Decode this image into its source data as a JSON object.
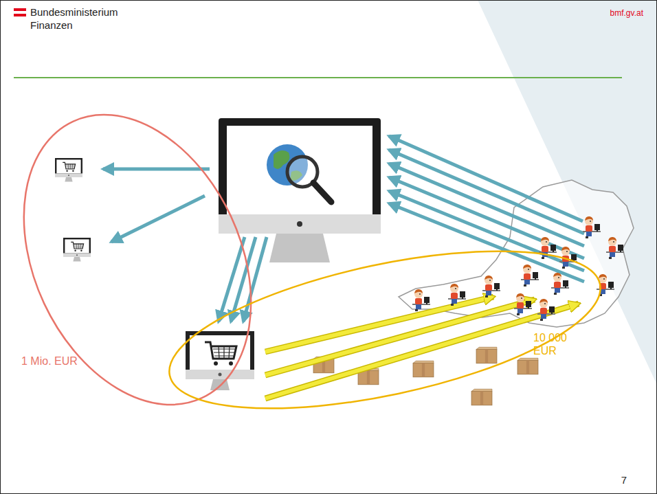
{
  "diagram": {
    "nodes": [
      {
        "text": [
          "1 Mio. EUR"
        ]
      },
      {
        "text": [
          "10 000 EUR"
        ]
      }
    ],
    "labels": [
      "Bundesministerium",
      "Finanzen",
      "bmf.gv.at",
      "7"
    ]
  }
}
